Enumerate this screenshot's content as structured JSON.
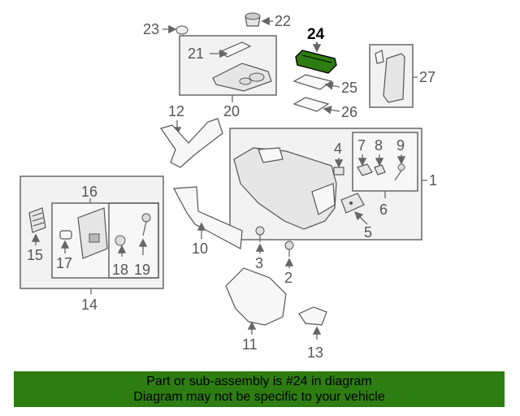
{
  "callouts": {
    "c1": "1",
    "c2": "2",
    "c3": "3",
    "c4": "4",
    "c5": "5",
    "c6": "6",
    "c7": "7",
    "c8": "8",
    "c9": "9",
    "c10": "10",
    "c11": "11",
    "c12": "12",
    "c13": "13",
    "c14": "14",
    "c15": "15",
    "c16": "16",
    "c17": "17",
    "c18": "18",
    "c19": "19",
    "c20": "20",
    "c21": "21",
    "c22": "22",
    "c23": "23",
    "c24": "24",
    "c25": "25",
    "c26": "26",
    "c27": "27"
  },
  "highlight": {
    "part_number": "24",
    "color": "#2e7d12"
  },
  "banner": {
    "line1": "Part or sub-assembly is #24 in diagram",
    "line2": "Diagram may not be specific to your vehicle",
    "background": "#2e7d12"
  }
}
